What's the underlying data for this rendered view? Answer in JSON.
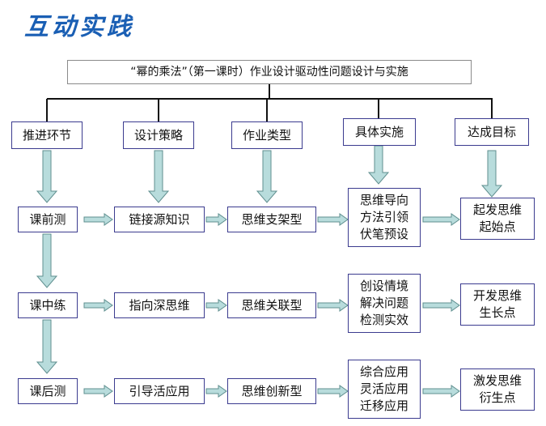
{
  "heading": "互动实践",
  "title": "“幂的乘法”（第一课时）作业设计驱动性问题设计与实施",
  "headers": [
    "推进环节",
    "设计策略",
    "作业类型",
    "具体实施",
    "达成目标"
  ],
  "rows": [
    {
      "stage": "课前测",
      "strategy": "链接源知识",
      "type": "思维支架型",
      "implement": "思维导向\n方法引领\n伏笔预设",
      "goal": "起发思维\n起始点"
    },
    {
      "stage": "课中练",
      "strategy": "指向深思维",
      "type": "思维关联型",
      "implement": "创设情境\n解决问题\n检测实效",
      "goal": "开发思维\n生长点"
    },
    {
      "stage": "课后测",
      "strategy": "引导活应用",
      "type": "思维创新型",
      "implement": "综合应用\n灵活应用\n迁移应用",
      "goal": "激发思维\n衍生点"
    }
  ],
  "colors": {
    "heading": "#1a5fb4",
    "arrow_fill": "#b8dcdc",
    "arrow_stroke": "#5f8f8f",
    "box_border": "#3b3b8f"
  }
}
